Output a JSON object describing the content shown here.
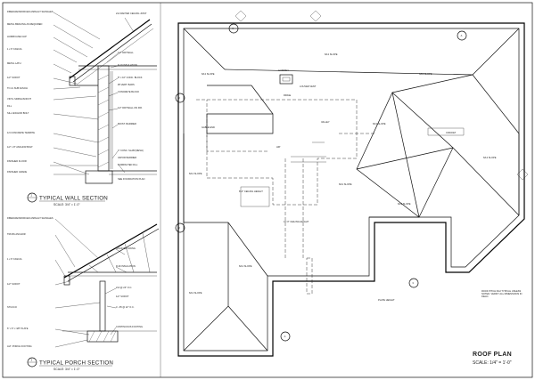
{
  "drawing": {
    "wall_section": {
      "title": "TYPICAL WALL SECTION",
      "scale": "SCALE: 3/4\" = 1'-0\"",
      "callout": "2",
      "labels_left": [
        "FIBER-REINFORCED ASPHALT SHINGLES",
        "METAL BRACING AS REQUIRED",
        "HURRICANE CLIP",
        "1 x 6\" FASCIA",
        "METAL LATH",
        "1/2\" SOFFIT",
        "TO 2x SUB FASCIA",
        "VINYL SIDING/SOFFIT",
        "FILL",
        "SILL ANCHOR BOLT",
        "1/4 CONCRETE TERMITE",
        "1/2\" x 8\" ANCHOR BOLT",
        "FINISHED FLOOR",
        "FINISHED GRADE"
      ],
      "labels_right": [
        "2x4 RAFTER CEILING JOIST",
        "1/2\" DRYWALL",
        "R-19 INSULATION",
        "8\" x 16\" CONC. BLOCK",
        "#5 VERT. BARS",
        "CONCRETE BLOCK",
        "1/2\" DRYWALL ON FIR.",
        "MOIST. BARRIER",
        "4\" CONC. SLAB (MESH)",
        "VAPOR BARRIER",
        "COMPACTED FILL",
        "SEE FOUNDATION PLAN"
      ]
    },
    "porch_section": {
      "title": "TYPICAL PORCH SECTION",
      "scale": "SCALE: 3/4\" = 1'-0\"",
      "callout": "3",
      "labels_left": [
        "FIBER-REINFORCED ASPHALT SHINGLES",
        "TRUSS ANCHOR",
        "1 x 6\" FASCIA",
        "1/2\" SOFFIT",
        "STUCCO",
        "6\" x 6\" x 3/8\" PLATE",
        "ALT. PORCH FOOTING"
      ],
      "labels_right": [
        "SOLID BLOCKING",
        "R-30 INSULATION",
        "2x4 @ 24\" O.C.",
        "1/2\" SOFFIT",
        "3 - #5 @ 12\" O.C.",
        "CONTINUOUS FOOTING"
      ]
    },
    "roof_plan": {
      "title": "ROOF PLAN",
      "scale": "SCALE: 1/4\" = 1'-0\"",
      "pitch_labels": [
        "6/12 SLOPE",
        "6/12 SLOPE",
        "6/12 SLOPE",
        "6/12 SLOPE",
        "6/12 SLOPE",
        "6/12 SLOPE",
        "6/12 SLOPE",
        "6/12 SLOPE",
        "6/12 SLOPE",
        "6/12 SLOPE"
      ],
      "section_marks": [
        "2",
        "2",
        "3",
        "3",
        "A",
        "A"
      ],
      "notes": [
        "RIDGE",
        "VALLEY",
        "HIP",
        "GABLE END",
        "CRICKET",
        "LOUVER VENT",
        "8'-0\" CEILING HEIGHT",
        "10'-0\" CEILING HEIGHT",
        "PLATE HEIGHT",
        "CHIMNEY"
      ],
      "general_note": "ROOF PITCH 6/12 TYPICAL UNLESS NOTED. VERIFY ALL DIMENSIONS IN FIELD."
    }
  },
  "colors": {
    "ink": "#111111",
    "paper": "#ffffff"
  }
}
